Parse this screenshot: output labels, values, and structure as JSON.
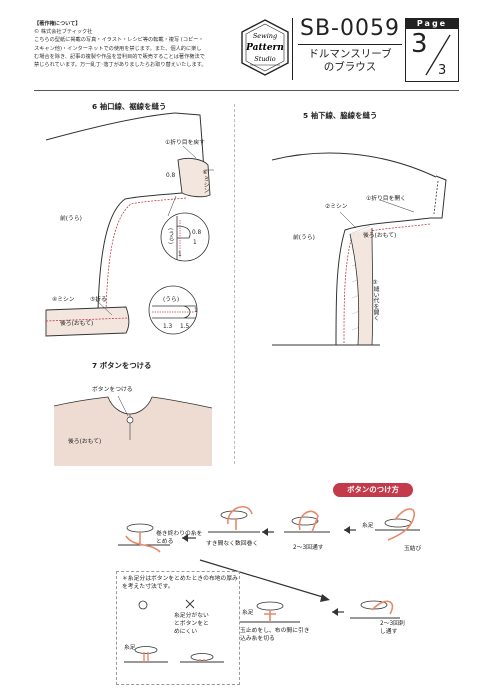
{
  "copyright": {
    "heading": "【著作権について】",
    "owner": "© 株式会社ブティック社",
    "line1": "こちらの型紙に掲載の写真・イラスト・レシピ等の転載・複写 (コピー・",
    "line2": "スキャン他)・インターネットでの使用を禁じます。また、個人的に楽し",
    "line3": "む場合を除き、記事の複製や作品を営利目的で販売することは著作権法で",
    "line4": "禁じられています。万一乱丁･落丁がありましたらお取り替えいたします。"
  },
  "logo": {
    "line1": "Sewing",
    "line2": "Pattern",
    "line3": "Studio"
  },
  "header": {
    "code": "SB-0059",
    "title_line1": "ドルマンスリーブ",
    "title_line2": "のブラウス",
    "page_label": "Page",
    "page_current": "3",
    "page_total": "3"
  },
  "section6": {
    "title": "6 袖口線、裾線を縫う",
    "fold_back": "①折り目を戻す",
    "sew_right": "⑥ミシン",
    "dim_08": "0.8",
    "front": "前(うら)",
    "back": "後ろ(おもて)",
    "sew_left": "④ミシン",
    "fold": "⑤折る",
    "inset1_label": "(うら)",
    "inset1_dim1": "0.8",
    "inset1_dim2": "1",
    "inset1_dim3": "1",
    "inset2_label": "(うら)",
    "inset2_dim1": "1",
    "inset2_dim2": "1.3",
    "inset2_dim3": "1.5"
  },
  "section5": {
    "title": "5 袖下線、脇線を縫う",
    "open_fold": "①折り目を開く",
    "sew": "②ミシン",
    "front": "前(うら)",
    "back": "後ろ(おもて)",
    "split_seam": "③縫い代を開く"
  },
  "section7": {
    "title": "7 ボタンをつける",
    "sew_button": "ボタンをつける",
    "back": "後ろ(おもて)"
  },
  "button_howto": {
    "title": "ボタンのつけ方",
    "thread_tail": "糸足",
    "knot": "玉結び",
    "wind": "2～3回通す",
    "wrap_tight": "すき間なく数回巻く",
    "finish": "巻き終わりの糸をとめる",
    "stitch": "2～3回刺し通す",
    "secure": "玉止めをし、布の間に引き込み糸を切る",
    "thread_tail2": "糸足",
    "note_title": "＊糸足分はボタンをとめたときの布地の厚みを考えた寸法です。",
    "good_mark": "○",
    "bad_mark": "×",
    "bad_desc": "糸足分がないとボタンをとめにくい",
    "thread_tail3": "糸足"
  },
  "colors": {
    "accent": "#c33a4a",
    "thread": "#e8896a",
    "fabric": "#eedcd2",
    "line": "#333333"
  }
}
